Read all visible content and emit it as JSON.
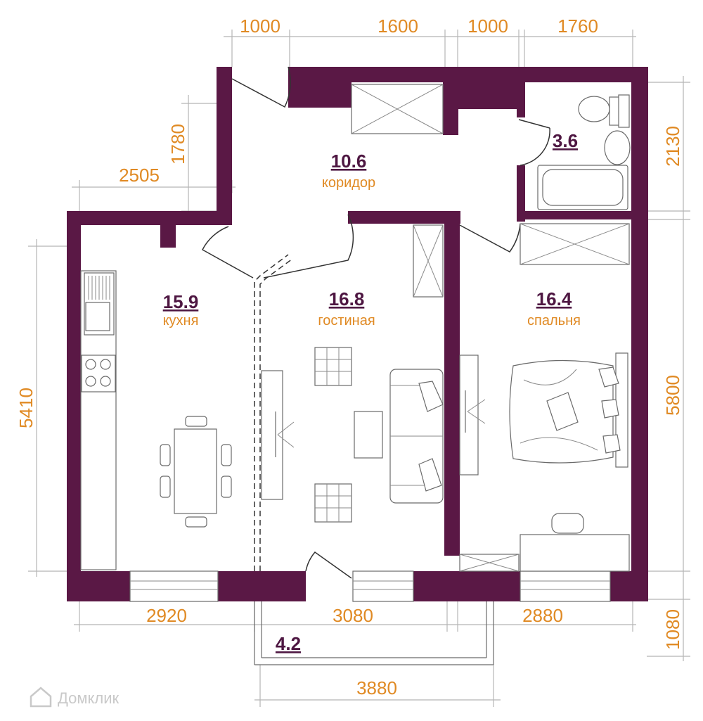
{
  "dimensions": {
    "top": [
      "1000",
      "1600",
      "1000",
      "1760"
    ],
    "left_upper": "1780",
    "left_step": "2505",
    "left_main": "5410",
    "right_upper": "2130",
    "right_main": "5800",
    "right_balcony": "1080",
    "bottom": [
      "2920",
      "3080",
      "2880"
    ],
    "balcony_width": "3880"
  },
  "rooms": [
    {
      "area": "10.6",
      "name": "коридор"
    },
    {
      "area": "3.6",
      "name": ""
    },
    {
      "area": "15.9",
      "name": "кухня"
    },
    {
      "area": "16.8",
      "name": "гостиная"
    },
    {
      "area": "16.4",
      "name": "спальня"
    },
    {
      "area": "4.2",
      "name": ""
    }
  ],
  "watermark": "Домклик",
  "colors": {
    "wall": "#5a1845",
    "dimension_text": "#e08a24",
    "area_text": "#4e1742"
  }
}
